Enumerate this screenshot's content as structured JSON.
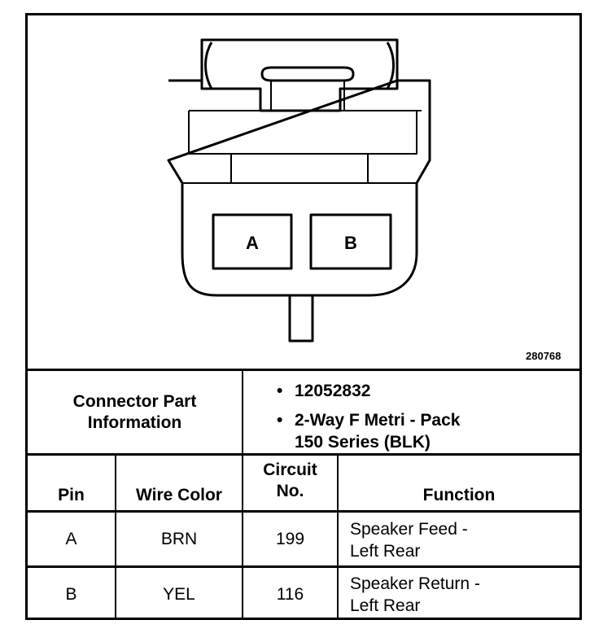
{
  "figure_id": "280768",
  "pins": {
    "a": "A",
    "b": "B"
  },
  "connector_info": {
    "label_line1": "Connector Part",
    "label_line2": "Information",
    "bullet_symbol": "•",
    "part_number": "12052832",
    "description_line1": "2-Way F Metri - Pack",
    "description_line2": "150 Series (BLK)"
  },
  "table": {
    "headers": {
      "pin": "Pin",
      "wire_color": "Wire Color",
      "circuit_line1": "Circuit",
      "circuit_line2": "No.",
      "function": "Function"
    },
    "rows": [
      {
        "pin": "A",
        "wire_color": "BRN",
        "circuit": "199",
        "function_line1": "Speaker Feed -",
        "function_line2": "Left Rear"
      },
      {
        "pin": "B",
        "wire_color": "YEL",
        "circuit": "116",
        "function_line1": "Speaker Return -",
        "function_line2": "Left Rear"
      }
    ]
  }
}
